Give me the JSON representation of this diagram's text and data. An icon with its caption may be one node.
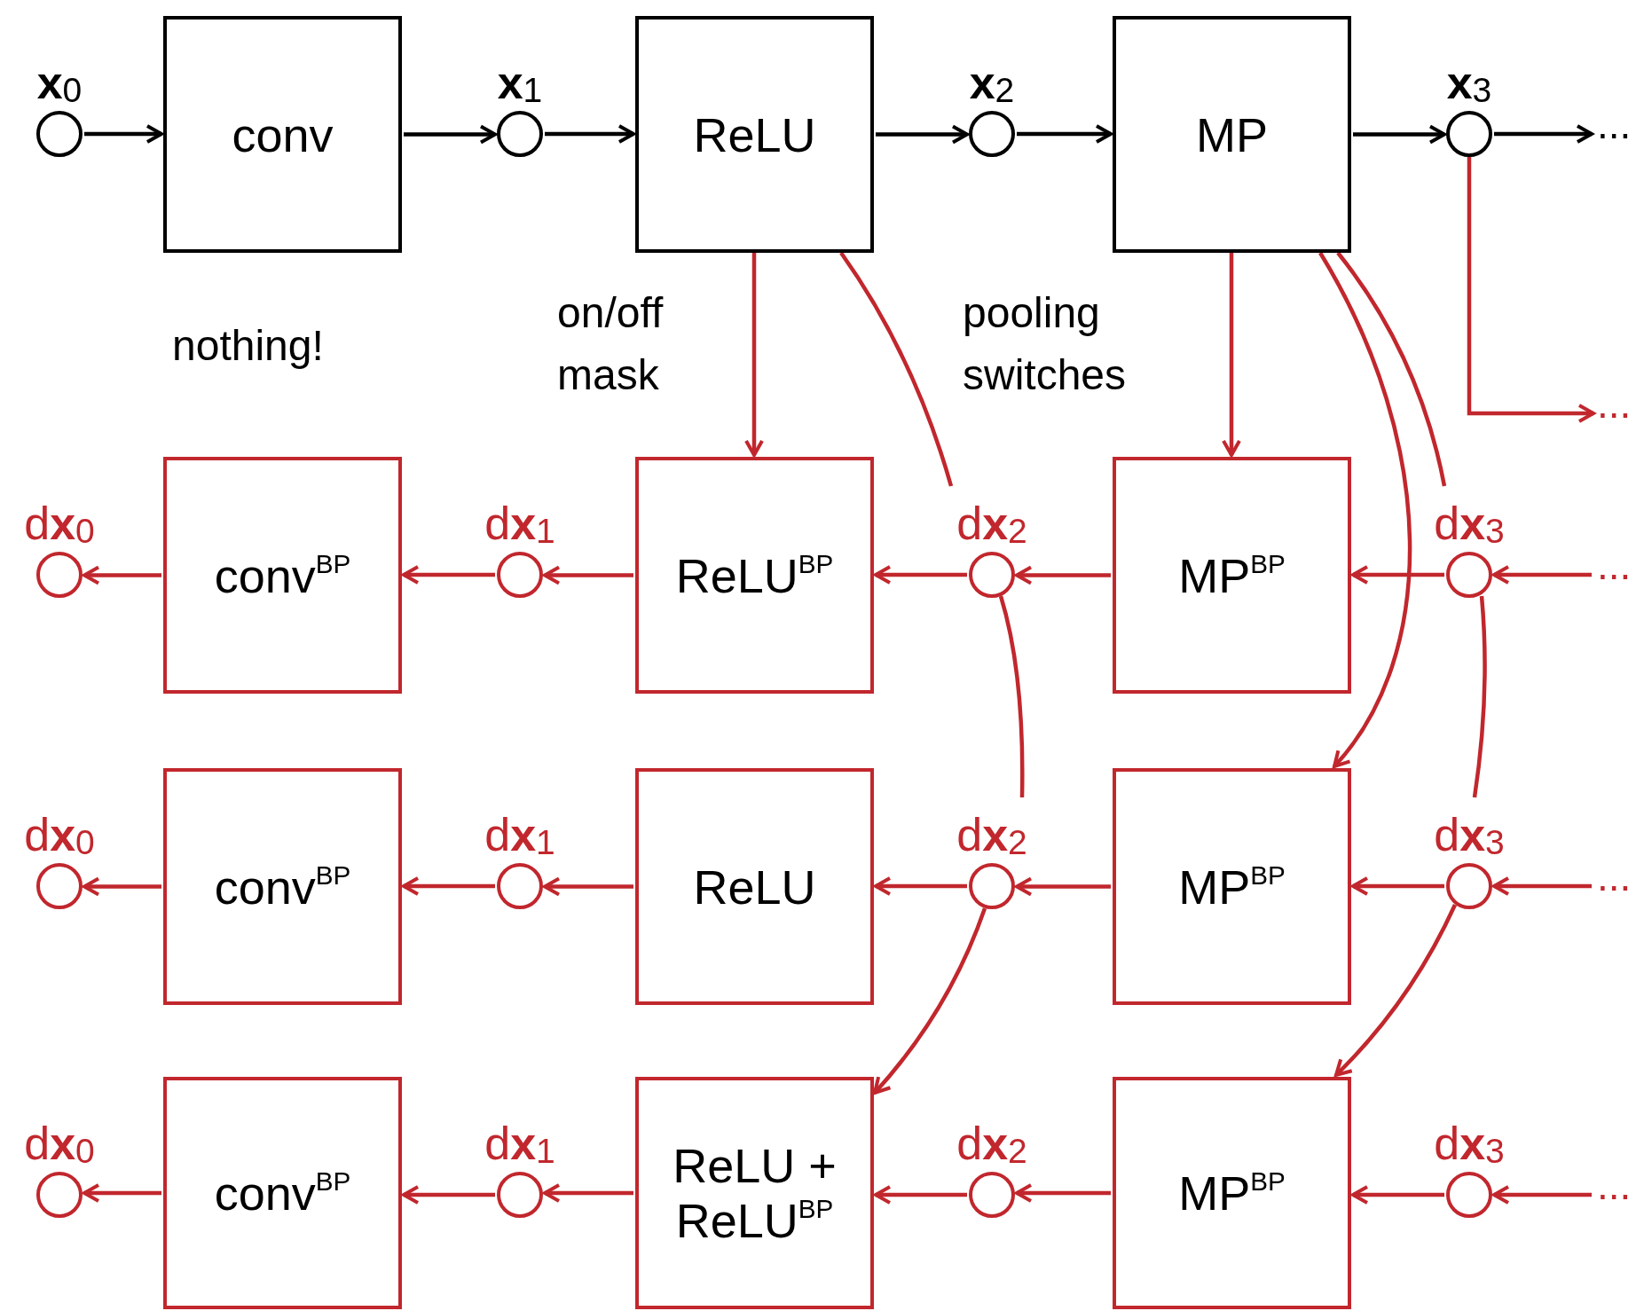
{
  "diagram": {
    "nodes": [
      {
        "text": [
          "**x**$_{0}$"
        ]
      },
      {
        "text": [
          "conv"
        ]
      },
      {
        "text": [
          "**x**$_{1}$"
        ]
      },
      {
        "text": [
          "ReLU"
        ]
      },
      {
        "text": [
          "**x**$_{2}$"
        ]
      },
      {
        "text": [
          "MP"
        ]
      },
      {
        "text": [
          "**x**$_{3}$"
        ]
      },
      {
        "text": [
          "..."
        ]
      },
      {
        "text": [
          "..."
        ]
      },
      {
        "text": [
          "d**x**$_{0}$"
        ]
      },
      {
        "text": [
          "conv$^{BP}$"
        ]
      },
      {
        "text": [
          "d**x**$_{1}$"
        ]
      },
      {
        "text": [
          "ReLU$^{BP}$"
        ]
      },
      {
        "text": [
          "d**x**$_{2}$"
        ]
      },
      {
        "text": [
          "MP$^{BP}$"
        ]
      },
      {
        "text": [
          "d**x**$_{3}$"
        ]
      },
      {
        "text": [
          "..."
        ]
      },
      {
        "text": [
          "d**x**$_{0}$"
        ]
      },
      {
        "text": [
          "conv$^{BP}$"
        ]
      },
      {
        "text": [
          "d**x**$_{1}$"
        ]
      },
      {
        "text": [
          "ReLU"
        ]
      },
      {
        "text": [
          "d**x**$_{2}$"
        ]
      },
      {
        "text": [
          "MP$^{BP}$"
        ]
      },
      {
        "text": [
          "d**x**$_{3}$"
        ]
      },
      {
        "text": [
          "..."
        ]
      },
      {
        "text": [
          "d**x**$_{0}$"
        ]
      },
      {
        "text": [
          "conv$^{BP}$"
        ]
      },
      {
        "text": [
          "d**x**$_{1}$"
        ]
      },
      {
        "text": [
          "ReLU + ReLU$^{BP}$"
        ]
      },
      {
        "text": [
          "d**x**$_{2}$"
        ]
      },
      {
        "text": [
          "MP$^{BP}$"
        ]
      },
      {
        "text": [
          "d**x**$_{3}$"
        ]
      },
      {
        "text": [
          "..."
        ]
      }
    ],
    "edges": [
      {
        "from": 0,
        "to": 1,
        "arrow": "to",
        "color": "#000000"
      },
      {
        "from": 1,
        "to": 2,
        "arrow": "to",
        "color": "#000000"
      },
      {
        "from": 2,
        "to": 3,
        "arrow": "to",
        "color": "#000000"
      },
      {
        "from": 3,
        "to": 4,
        "arrow": "to",
        "color": "#000000"
      },
      {
        "from": 4,
        "to": 5,
        "arrow": "to",
        "color": "#000000"
      },
      {
        "from": 5,
        "to": 6,
        "arrow": "to",
        "color": "#000000"
      },
      {
        "from": 6,
        "to": 7,
        "arrow": "to",
        "color": "#000000"
      },
      {
        "from": 6,
        "to": 8,
        "arrow": "to"
      },
      {
        "from": 3,
        "to": 12,
        "arrow": "to"
      },
      {
        "from": 3,
        "to": 13,
        "arrow": "none"
      },
      {
        "from": 5,
        "to": 14,
        "arrow": "to"
      },
      {
        "from": 5,
        "to": 22,
        "arrow": "to"
      },
      {
        "from": 5,
        "to": 15,
        "arrow": "none"
      },
      {
        "from": 16,
        "to": 15,
        "arrow": "to"
      },
      {
        "from": 15,
        "to": 14,
        "arrow": "to"
      },
      {
        "from": 14,
        "to": 13,
        "arrow": "to"
      },
      {
        "from": 13,
        "to": 12,
        "arrow": "to"
      },
      {
        "from": 12,
        "to": 11,
        "arrow": "to"
      },
      {
        "from": 11,
        "to": 10,
        "arrow": "to"
      },
      {
        "from": 10,
        "to": 9,
        "arrow": "to"
      },
      {
        "from": 13,
        "to": 21,
        "arrow": "none"
      },
      {
        "from": 15,
        "to": 23,
        "arrow": "none"
      },
      {
        "from": 24,
        "to": 23,
        "arrow": "to"
      },
      {
        "from": 23,
        "to": 22,
        "arrow": "to"
      },
      {
        "from": 22,
        "to": 21,
        "arrow": "to"
      },
      {
        "from": 21,
        "to": 20,
        "arrow": "to"
      },
      {
        "from": 20,
        "to": 19,
        "arrow": "to"
      },
      {
        "from": 19,
        "to": 18,
        "arrow": "to"
      },
      {
        "from": 18,
        "to": 17,
        "arrow": "to"
      },
      {
        "from": 21,
        "to": 28,
        "arrow": "to"
      },
      {
        "from": 23,
        "to": 30,
        "arrow": "to"
      },
      {
        "from": 32,
        "to": 31,
        "arrow": "to"
      },
      {
        "from": 31,
        "to": 30,
        "arrow": "to"
      },
      {
        "from": 30,
        "to": 29,
        "arrow": "to"
      },
      {
        "from": 29,
        "to": 28,
        "arrow": "to"
      },
      {
        "from": 28,
        "to": 27,
        "arrow": "to"
      },
      {
        "from": 27,
        "to": 26,
        "arrow": "to"
      },
      {
        "from": 26,
        "to": 25,
        "arrow": "to"
      }
    ],
    "labels": [
      "nothing!",
      "on/off mask",
      "pooling switches"
    ]
  }
}
